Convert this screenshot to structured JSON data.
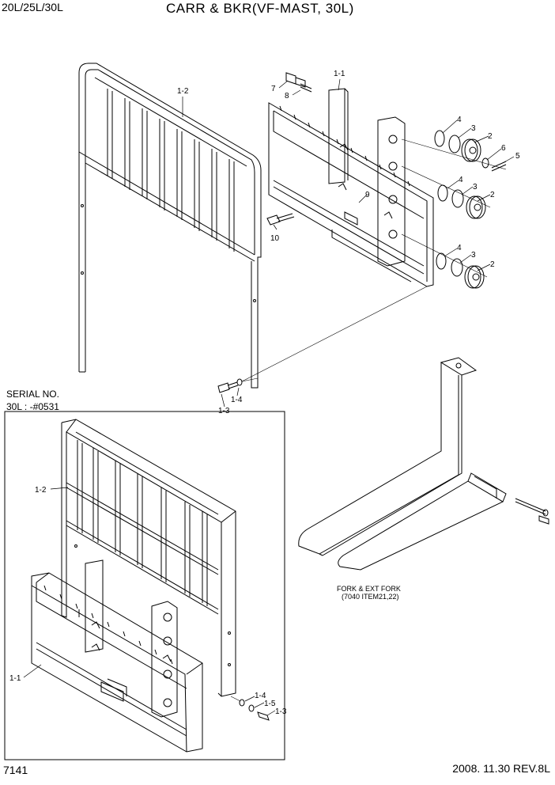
{
  "header": {
    "model": "20L/25L/30L",
    "title": "CARR & BKR(VF-MAST, 30L)"
  },
  "serial_box": {
    "line1": "SERIAL NO.",
    "line2": "30L : -#0531"
  },
  "fork_note": {
    "line1": "FORK & EXT FORK",
    "line2": "(7040 ITEM21,22)"
  },
  "footer": {
    "page": "7141",
    "date_rev": "2008. 11.30  REV.8L"
  },
  "callouts": {
    "c_1_1_top": "1-1",
    "c_1_2_top": "1-2",
    "c_7": "7",
    "c_8": "8",
    "c_4a": "4",
    "c_3a": "3",
    "c_2a": "2",
    "c_6": "6",
    "c_5": "5",
    "c_4b": "4",
    "c_3b": "3",
    "c_2b": "2",
    "c_9": "9",
    "c_10": "10",
    "c_4c": "4",
    "c_3c": "3",
    "c_2c": "2",
    "c_1_4_top": "1-4",
    "c_1_3_top": "1-3",
    "c_1_2_low": "1-2",
    "c_1_1_low": "1-1",
    "c_1_4_low": "1-4",
    "c_1_5_low": "1-5",
    "c_1_3_low": "1-3"
  }
}
